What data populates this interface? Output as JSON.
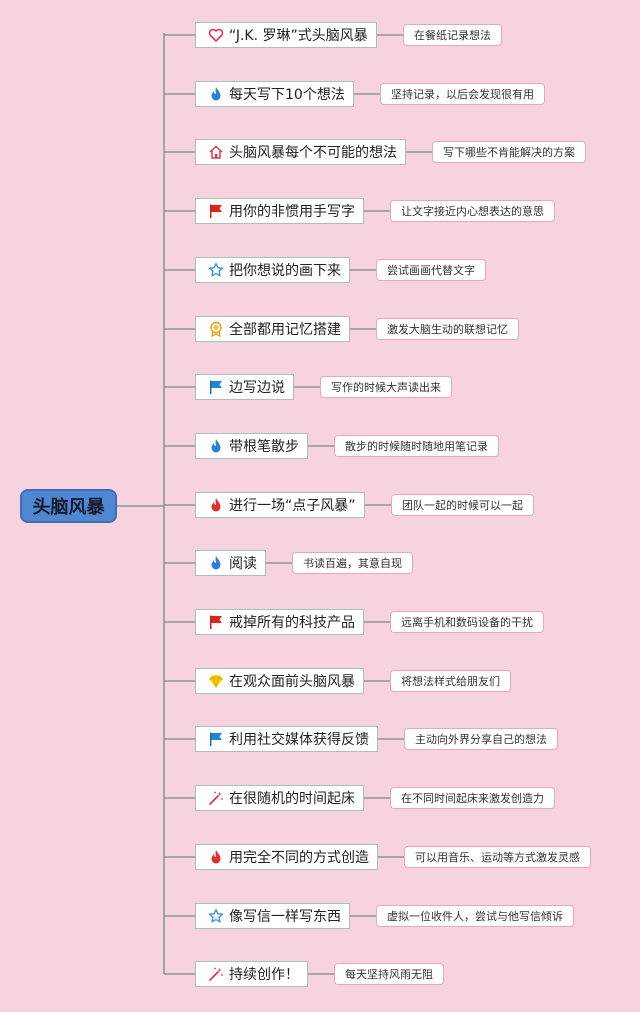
{
  "root": {
    "label": "头脑风暴"
  },
  "branches": [
    {
      "label": "“J.K. 罗琳”式头脑风暴",
      "note": "在餐纸记录想法",
      "icon": "heart-icon"
    },
    {
      "label": "每天写下10个想法",
      "note": "坚持记录，以后会发现很有用",
      "icon": "flame-blue-icon"
    },
    {
      "label": "头脑风暴每个不可能的想法",
      "note": "写下哪些不肯能解决的方案",
      "icon": "home-icon"
    },
    {
      "label": "用你的非惯用手写字",
      "note": "让文字接近内心想表达的意思",
      "icon": "flag-red-icon"
    },
    {
      "label": "把你想说的画下来",
      "note": "尝试画画代替文字",
      "icon": "star-outline-icon"
    },
    {
      "label": "全部都用记忆搭建",
      "note": "激发大脑生动的联想记忆",
      "icon": "medal-icon"
    },
    {
      "label": "边写边说",
      "note": "写作的时候大声读出来",
      "icon": "flag-blue-icon"
    },
    {
      "label": "带根笔散步",
      "note": "散步的时候随时随地用笔记录",
      "icon": "flame-blue-icon"
    },
    {
      "label": "进行一场“点子风暴”",
      "note": "团队一起的时候可以一起",
      "icon": "flame-red-icon"
    },
    {
      "label": "阅读",
      "note": "书读百遍，其意自现",
      "icon": "flame-blue-icon"
    },
    {
      "label": "戒掉所有的科技产品",
      "note": "远离手机和数码设备的干扰",
      "icon": "flag-red-icon"
    },
    {
      "label": "在观众面前头脑风暴",
      "note": "将想法样式给朋友们",
      "icon": "diamond-icon"
    },
    {
      "label": "利用社交媒体获得反馈",
      "note": "主动向外界分享自己的想法",
      "icon": "flag-blue-icon"
    },
    {
      "label": "在很随机的时间起床",
      "note": "在不同时间起床来激发创造力",
      "icon": "magic-wand-icon"
    },
    {
      "label": "用完全不同的方式创造",
      "note": "可以用音乐、运动等方式激发灵感",
      "icon": "flame-red-icon"
    },
    {
      "label": "像写信一样写东西",
      "note": "虚拟一位收件人，尝试与他写信倾诉",
      "icon": "star-outline-icon"
    },
    {
      "label": "持续创作！",
      "note": "每天坚持风雨无阻",
      "icon": "magic-wand-icon"
    }
  ],
  "colors": {
    "background": "#f6d3df",
    "root_fill": "#4f87d2",
    "connector": "#6f8f8b",
    "note_border": "#e8a7bd"
  }
}
